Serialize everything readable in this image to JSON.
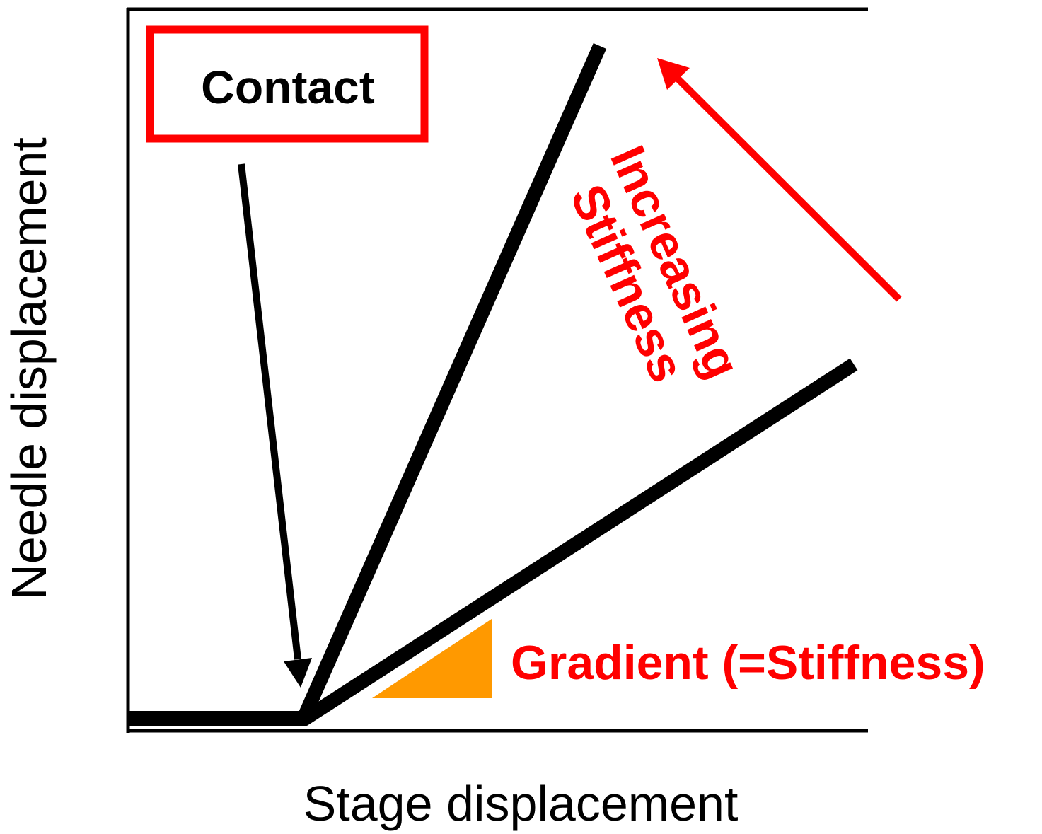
{
  "diagram": {
    "x_axis_label": "Stage displacement",
    "y_axis_label": "Needle displacement",
    "contact_label": "Contact",
    "stiffness_label_line1": "Increasing",
    "stiffness_label_line2": "Stiffness",
    "gradient_label": "Gradient (=Stiffness)"
  },
  "colors": {
    "axes": "#000000",
    "curves": "#000000",
    "accent": "#ff0000",
    "gradient_triangle": "#ff9900"
  }
}
